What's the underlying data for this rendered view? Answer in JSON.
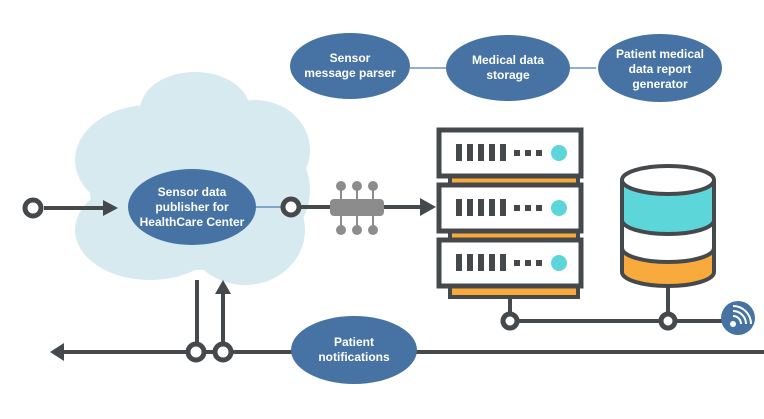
{
  "title": "Healthcare sensor data processing architecture",
  "colors": {
    "node_fill": "#4673a4",
    "cloud_fill": "#d6eaf0",
    "line": "#46494c",
    "accent_cyan": "#5dd6da",
    "accent_orange": "#f8ab3c",
    "hub_fill": "#8c8c8c"
  },
  "nodes": {
    "sensor_parser": "Sensor\nmessage parser",
    "medical_storage": "Medical data\nstorage",
    "report_generator": "Patient medical\ndata report\ngenerator",
    "publisher": "Sensor data\npublisher for\nHealthCare Center",
    "notifications": "Patient\nnotifications"
  },
  "components": {
    "cloud": "cloud",
    "hub": "network-hub",
    "servers": [
      "server",
      "server",
      "server"
    ],
    "database": "database",
    "wireless": "wireless-signal"
  }
}
